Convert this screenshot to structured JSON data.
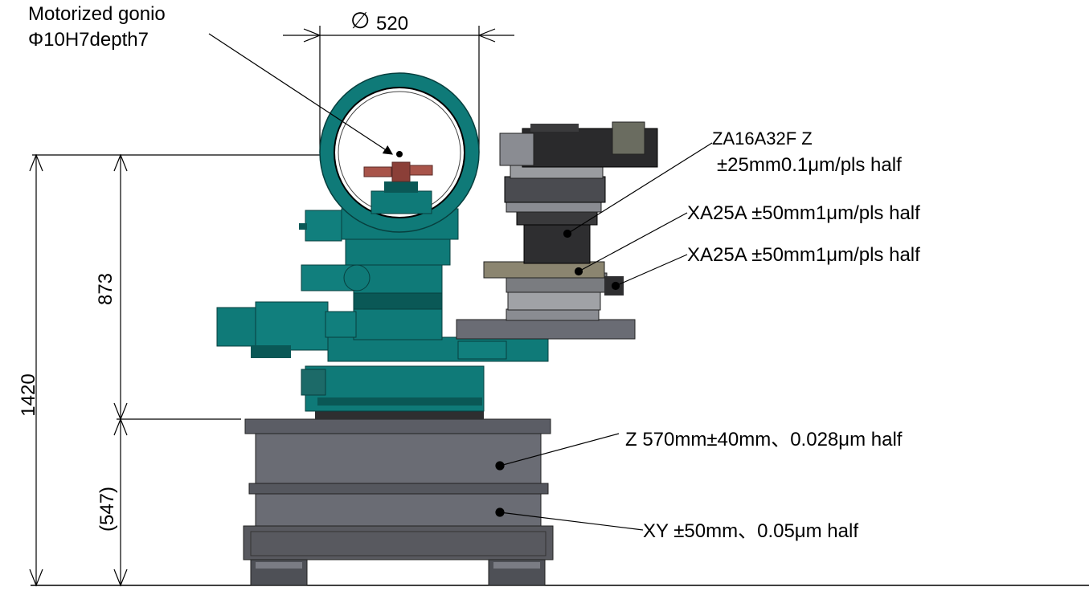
{
  "callouts": {
    "gonio_line1": "Motorized gonio",
    "gonio_line2": "Φ10H7depth7",
    "za16_line1": "ZA16A32F  Z",
    "za16_line2": "±25mm0.1μm/pls  half",
    "xa25_top": "XA25A  ±50mm1μm/pls  half",
    "xa25_bottom": "XA25A  ±50mm1μm/pls  half",
    "z_stage": "Z  570mm±40mm、0.028μm half",
    "xy_stage": "XY  ±50mm、0.05μm half"
  },
  "dimensions": {
    "diameter_symbol": "∅",
    "diameter_value": "520",
    "total_height": "1420",
    "upper_height": "873",
    "lower_height": "(547)"
  },
  "colors": {
    "teal": "#0f7a78",
    "teal_dark": "#0a5856",
    "base_gray": "#6a6c74",
    "base_dark": "#4a4b52",
    "black_stage": "#2e2e30",
    "copper": "#a8544a",
    "line": "#000000"
  }
}
